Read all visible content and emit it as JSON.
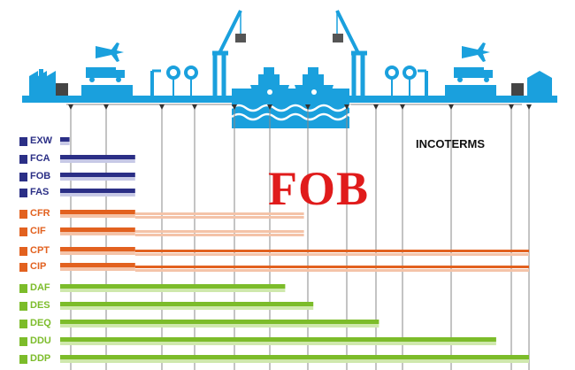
{
  "header_label": "INCOTERMS",
  "title": "FOB",
  "colors": {
    "ink": "#1aa0dd",
    "navy": "#2b2f86",
    "orange": "#e2611f",
    "green": "#7cbc2a",
    "title_red": "#e01b1b"
  },
  "icons": [
    "factory-icon",
    "crate-icon",
    "truck-icon",
    "airplane-icon",
    "train-icon",
    "crane-icon",
    "ship-icon",
    "water-icon",
    "customs-icon",
    "warehouse-icon"
  ],
  "terms": [
    {
      "code": "EXW",
      "group": "E",
      "end": 0.02
    },
    {
      "code": "FCA",
      "group": "F",
      "end": 0.16
    },
    {
      "code": "FOB",
      "group": "F",
      "end": 0.16
    },
    {
      "code": "FAS",
      "group": "F",
      "end": 0.16
    },
    {
      "code": "CFR",
      "group": "C",
      "end": 0.16,
      "tail": 0.52
    },
    {
      "code": "CIF",
      "group": "C",
      "end": 0.16,
      "tail": 0.52
    },
    {
      "code": "CPT",
      "group": "C",
      "end": 0.16,
      "tail": 1.0
    },
    {
      "code": "CIP",
      "group": "C",
      "end": 0.16,
      "tail": 1.0
    },
    {
      "code": "DAF",
      "group": "D",
      "end": 0.48
    },
    {
      "code": "DES",
      "group": "D",
      "end": 0.54
    },
    {
      "code": "DEQ",
      "group": "D",
      "end": 0.68
    },
    {
      "code": "DDU",
      "group": "D",
      "end": 0.93
    },
    {
      "code": "DDP",
      "group": "D",
      "end": 1.0
    }
  ]
}
